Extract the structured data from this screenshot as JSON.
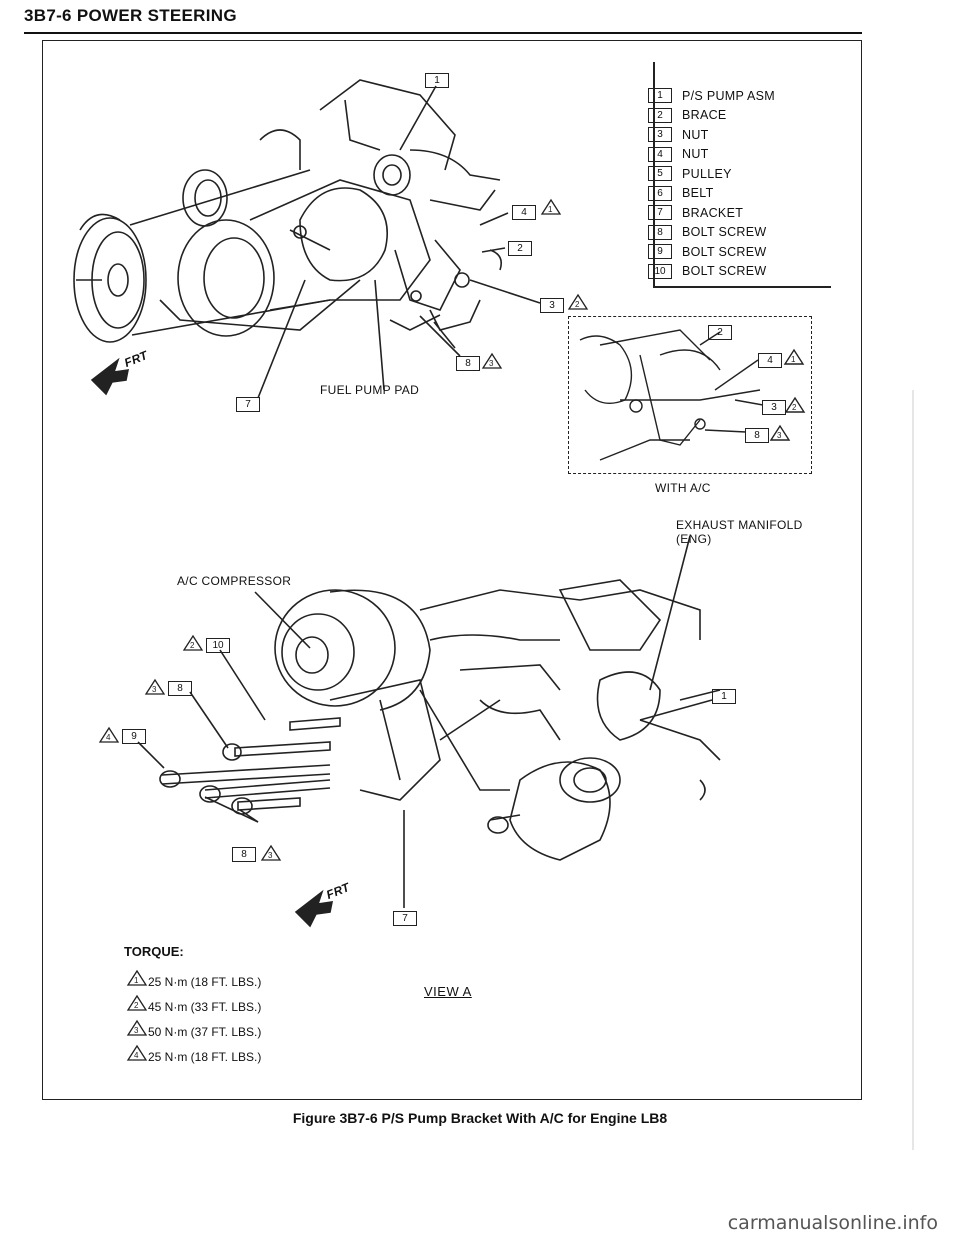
{
  "header": {
    "title": "3B7-6 POWER STEERING"
  },
  "legend": {
    "items": [
      {
        "num": "1",
        "label": "P/S PUMP ASM"
      },
      {
        "num": "2",
        "label": "BRACE"
      },
      {
        "num": "3",
        "label": "NUT"
      },
      {
        "num": "4",
        "label": "NUT"
      },
      {
        "num": "5",
        "label": "PULLEY"
      },
      {
        "num": "6",
        "label": "BELT"
      },
      {
        "num": "7",
        "label": "BRACKET"
      },
      {
        "num": "8",
        "label": "BOLT SCREW"
      },
      {
        "num": "9",
        "label": "BOLT SCREW"
      },
      {
        "num": "10",
        "label": "BOLT SCREW"
      }
    ]
  },
  "top_view": {
    "callout_1": "1",
    "callout_4": "4",
    "callout_2": "2",
    "callout_3": "3",
    "callout_8": "8",
    "callout_7": "7",
    "fuel_pump_pad": "FUEL PUMP PAD",
    "frt": "FRT"
  },
  "inset": {
    "callout_2": "2",
    "callout_4": "4",
    "callout_3": "3",
    "callout_8": "8",
    "title": "WITH A/C"
  },
  "bottom_view": {
    "exhaust_manifold": "EXHAUST MANIFOLD",
    "eng": "(ENG)",
    "ac_compressor": "A/C COMPRESSOR",
    "callout_10": "10",
    "callout_8a": "8",
    "callout_9": "9",
    "callout_1": "1",
    "callout_8b": "8",
    "callout_7": "7",
    "frt": "FRT",
    "view_label": "VIEW A"
  },
  "torque": {
    "title": "TORQUE:",
    "specs": [
      {
        "mark": "1",
        "value": "25 N·m (18 FT. LBS.)"
      },
      {
        "mark": "2",
        "value": "45 N·m (33 FT. LBS.)"
      },
      {
        "mark": "3",
        "value": "50 N·m (37 FT. LBS.)"
      },
      {
        "mark": "4",
        "value": "25 N·m (18 FT. LBS.)"
      }
    ]
  },
  "caption": "Figure 3B7-6 P/S Pump Bracket With A/C for Engine LB8",
  "watermark": "carmanualsonline.info"
}
